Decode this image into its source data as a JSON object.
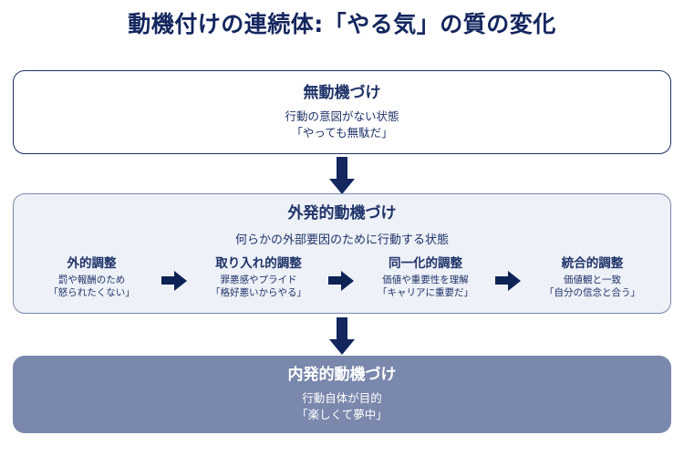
{
  "title": "動機付けの連続体:「やる気」の質の変化",
  "colors": {
    "navy": "#1f3368",
    "title_navy": "#13265e",
    "arrow_navy": "#0d2356",
    "extrinsic_fill": "#eef1f8",
    "extrinsic_border": "#7b88ad",
    "intrinsic_fill": "#7b88ad",
    "white": "#ffffff"
  },
  "boxes": {
    "amotivation": {
      "heading": "無動機づけ",
      "description": "行動の意図がない状態",
      "quote": "「やっても無駄だ」"
    },
    "extrinsic": {
      "heading": "外発的動機づけ",
      "description": "何らかの外部要因のために行動する状態"
    },
    "intrinsic": {
      "heading": "内発的動機づけ",
      "description": "行動自体が目的",
      "quote": "「楽しくて夢中」"
    }
  },
  "stages": [
    {
      "label": "外的調整",
      "description": "罰や報酬のため",
      "quote": "「怒られたくない」"
    },
    {
      "label": "取り入れ的調整",
      "description": "罪悪感やプライド",
      "quote": "「格好悪いからやる」"
    },
    {
      "label": "同一化的調整",
      "description": "価値や重要性を理解",
      "quote": "「キャリアに重要だ」"
    },
    {
      "label": "統合的調整",
      "description": "価値観と一致",
      "quote": "「自分の信念と合う」"
    }
  ],
  "arrows": {
    "vertical_1": "down-arrow",
    "vertical_2": "down-arrow",
    "horizontal": "right-arrow"
  }
}
